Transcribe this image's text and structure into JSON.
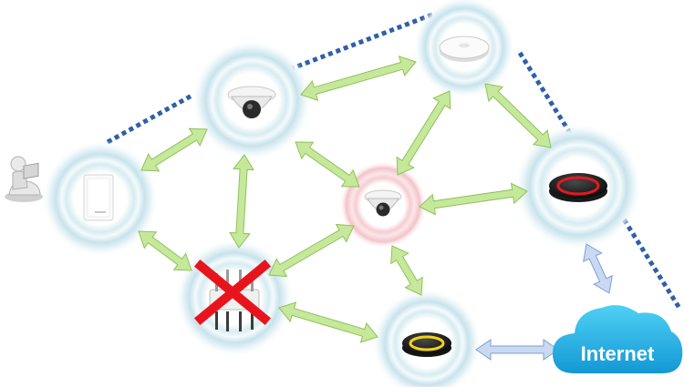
{
  "diagram": {
    "cloud_label": "Internet",
    "nodes": [
      {
        "id": "repeater",
        "device": "wall-plug-extender"
      },
      {
        "id": "camera-top",
        "device": "dome-camera"
      },
      {
        "id": "access-point",
        "device": "ceiling-access-point"
      },
      {
        "id": "camera-center",
        "device": "dome-camera",
        "status": "highlighted"
      },
      {
        "id": "router-right",
        "device": "mesh-router-red-ring"
      },
      {
        "id": "router-bottom",
        "device": "mesh-router-yellow-ring"
      },
      {
        "id": "failed-router",
        "device": "antenna-router",
        "status": "failed"
      }
    ],
    "links": [
      [
        "repeater",
        "camera-top"
      ],
      [
        "repeater",
        "failed-router"
      ],
      [
        "camera-top",
        "access-point"
      ],
      [
        "camera-top",
        "failed-router"
      ],
      [
        "camera-top",
        "camera-center"
      ],
      [
        "access-point",
        "camera-center"
      ],
      [
        "access-point",
        "router-right"
      ],
      [
        "camera-center",
        "router-right"
      ],
      [
        "camera-center",
        "failed-router"
      ],
      [
        "camera-center",
        "router-bottom"
      ],
      [
        "failed-router",
        "router-bottom"
      ]
    ],
    "internet_links": [
      [
        "router-right",
        "internet-cloud"
      ],
      [
        "router-bottom",
        "internet-cloud"
      ]
    ],
    "colors": {
      "link_green": "#c6e89a",
      "link_green_edge": "#8fc25a",
      "link_blue": "#c9d9f2",
      "link_blue_edge": "#7d9fd4",
      "halo_blue": "#cfe7ee",
      "halo_red": "#f3c7cc",
      "boundary_dash": "#2f5fa8",
      "cloud": "#2ab7e8",
      "fail_x": "#e8141d"
    },
    "icons": [
      "user-laptop-icon",
      "cloud-icon"
    ]
  }
}
